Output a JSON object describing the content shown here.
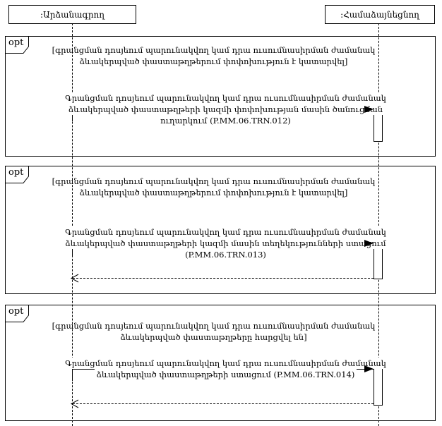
{
  "colors": {
    "line": "#000000",
    "background": "#ffffff",
    "fill": "#ffffff"
  },
  "actors": [
    {
      "label": ":Արձանագրող"
    },
    {
      "label": ":Համաձայնեցնող"
    }
  ],
  "fragments": [
    {
      "operator": "opt",
      "guard_lines": [
        "[գրանցման դոսյեում պարունակվող կամ դրա ուսումնասիրման ժամանակ",
        "ձևակերպված փաստաթղթերում փոփոխություն է կատարվել]"
      ],
      "message_lines": [
        "Գրանցման դոսյեում պարունակվող կամ դրա ուսումնասիրման ժամանակ",
        "ձևակերպված փաստաթղթերի կազմի փոփոխության մասին ծանուցման",
        "ուղարկում (P.MM.06.TRN.012)"
      ],
      "message_code": "P.MM.06.TRN.012",
      "has_return": false
    },
    {
      "operator": "opt",
      "guard_lines": [
        "[գրանցման դոսյեում պարունակվող կամ դրա ուսումնասիրման ժամանակ",
        "ձևակերպված փաստաթղթերում փոփոխություն է կատարվել]"
      ],
      "message_lines": [
        "Գրանցման դոսյեում պարունակվող կամ դրա ուսումնասիրման ժամանակ",
        "ձևակերպված փաստաթղթերի կազմի մասին տեղեկությունների ստացում",
        "(P.MM.06.TRN.013)"
      ],
      "message_code": "P.MM.06.TRN.013",
      "has_return": true
    },
    {
      "operator": "opt",
      "guard_lines": [
        "[գրանցման դոսյեում պարունակվող կամ դրա ուսումնասիրման ժամանակ",
        "ձևակերպված փաստաթղթերը հարցվել են]"
      ],
      "message_lines": [
        "Գրանցման դոսյեում պարունակվող կամ դրա ուսումնասիրման ժամանակ",
        "ձևակերպված փաստաթղթերի ստացում (P.MM.06.TRN.014)"
      ],
      "message_code": "P.MM.06.TRN.014",
      "has_return": true
    }
  ]
}
